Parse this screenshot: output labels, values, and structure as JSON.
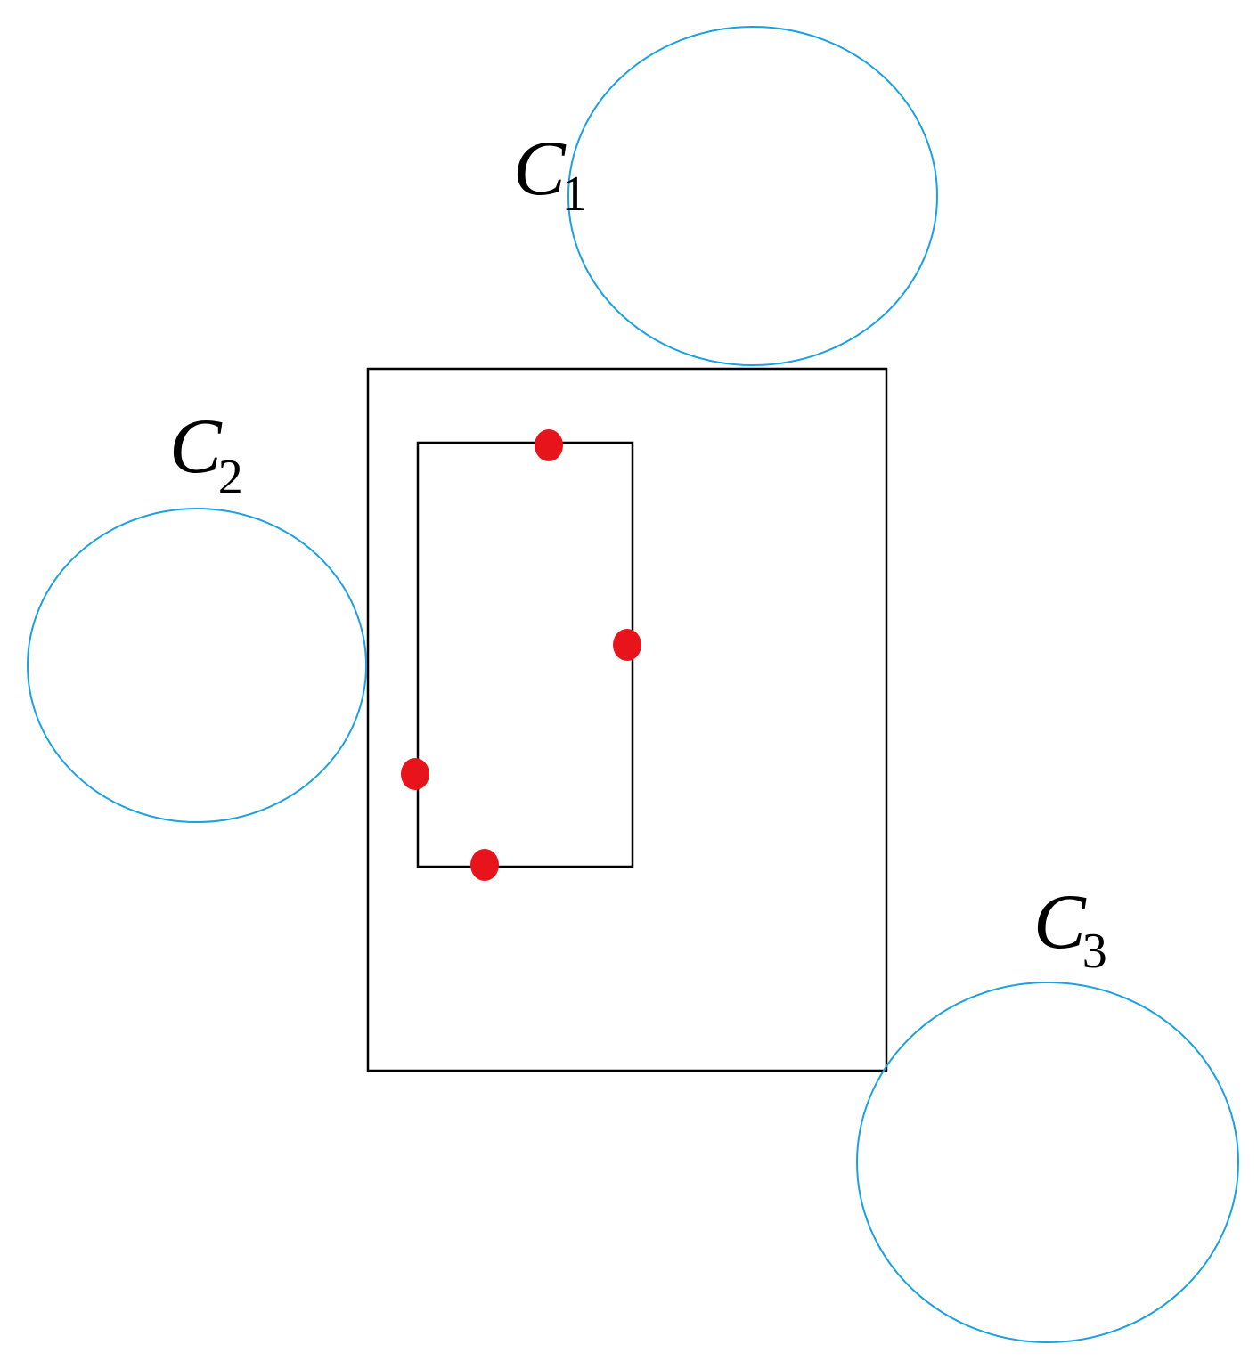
{
  "colors": {
    "circle_stroke": "#1ba1e2",
    "box_stroke": "#000000",
    "point_fill": "#e8141c"
  },
  "circles": [
    {
      "letter": "C",
      "subscript": "1"
    },
    {
      "letter": "C",
      "subscript": "2"
    },
    {
      "letter": "C",
      "subscript": "3"
    }
  ],
  "outer_rectangle": {
    "present": true
  },
  "inner_rectangle": {
    "present": true
  },
  "points": {
    "count": 4
  }
}
